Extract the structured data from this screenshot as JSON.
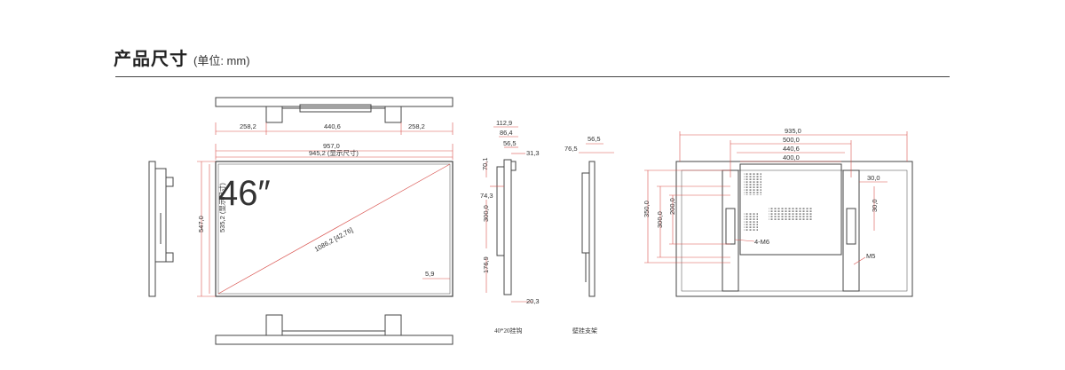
{
  "header": {
    "title": "产品尺寸",
    "unit": "(单位: mm)"
  },
  "front_view": {
    "size_label": "46″",
    "dims": {
      "bracket_left": "258,2",
      "bracket_center": "440,6",
      "bracket_right": "258,2",
      "overall_width": "957,0",
      "display_width": "945,2 (显示尺寸)",
      "overall_height": "547,0",
      "display_height": "535,2 (显示尺寸)",
      "diagonal": "1086,2 [42,76]",
      "bezel": "5,9"
    }
  },
  "side_view_1": {
    "caption": "40*20挂钩",
    "dims": {
      "d1": "112,9",
      "d2": "86,4",
      "d3": "56,5",
      "d4": "31,3",
      "d5": "70,1",
      "d6": "74,3",
      "d7": "300,0",
      "d8": "176,9",
      "d9": "20,3"
    }
  },
  "side_view_2": {
    "caption": "壁挂支架",
    "dims": {
      "d1": "76,5",
      "d2": "56,5"
    }
  },
  "back_view": {
    "dims": {
      "w1": "935,0",
      "w2": "500,0",
      "w3": "440,6",
      "w4": "400,0",
      "h1": "350,0",
      "h2": "300,0",
      "h3": "200,0",
      "r1": "30,0",
      "r2": "30,0",
      "screw1": "4-M6",
      "screw2": "M5"
    }
  },
  "colors": {
    "dim_line": "#d9534f",
    "outline": "#444444"
  }
}
